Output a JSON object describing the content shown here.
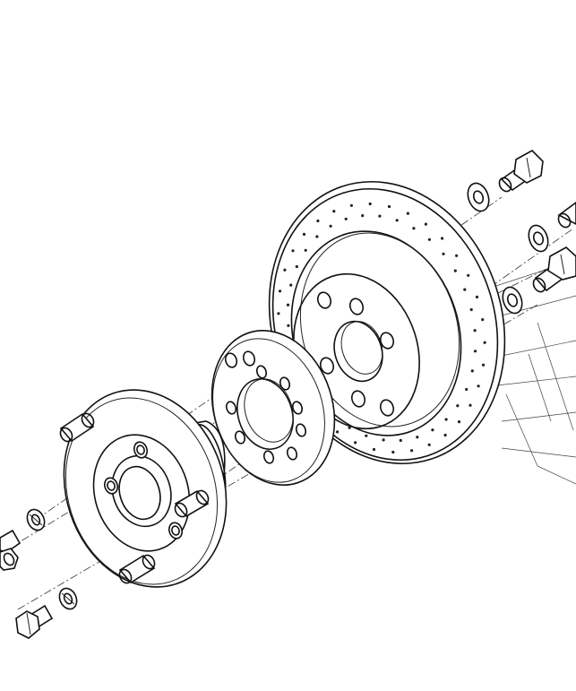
{
  "diagram": {
    "kind": "exploded-assembly",
    "parts": [
      {
        "id": "brake-disc",
        "icon": "drilled-brake-disc-icon"
      },
      {
        "id": "spacer-ring",
        "icon": "adapter-ring-icon"
      },
      {
        "id": "wheel-hub",
        "icon": "wheel-hub-flange-icon"
      },
      {
        "id": "hub-studs",
        "icon": "stud-icon",
        "count": 3
      },
      {
        "id": "disc-bolts",
        "icon": "hex-bolt-icon",
        "count": 3
      },
      {
        "id": "disc-washers",
        "icon": "washer-icon",
        "count": 3
      },
      {
        "id": "hub-bolts",
        "icon": "hex-bolt-icon",
        "count": 2
      },
      {
        "id": "hub-washers",
        "icon": "lock-washer-icon",
        "count": 2
      }
    ],
    "colors": {
      "line": "#111111",
      "background": "#ffffff"
    }
  }
}
